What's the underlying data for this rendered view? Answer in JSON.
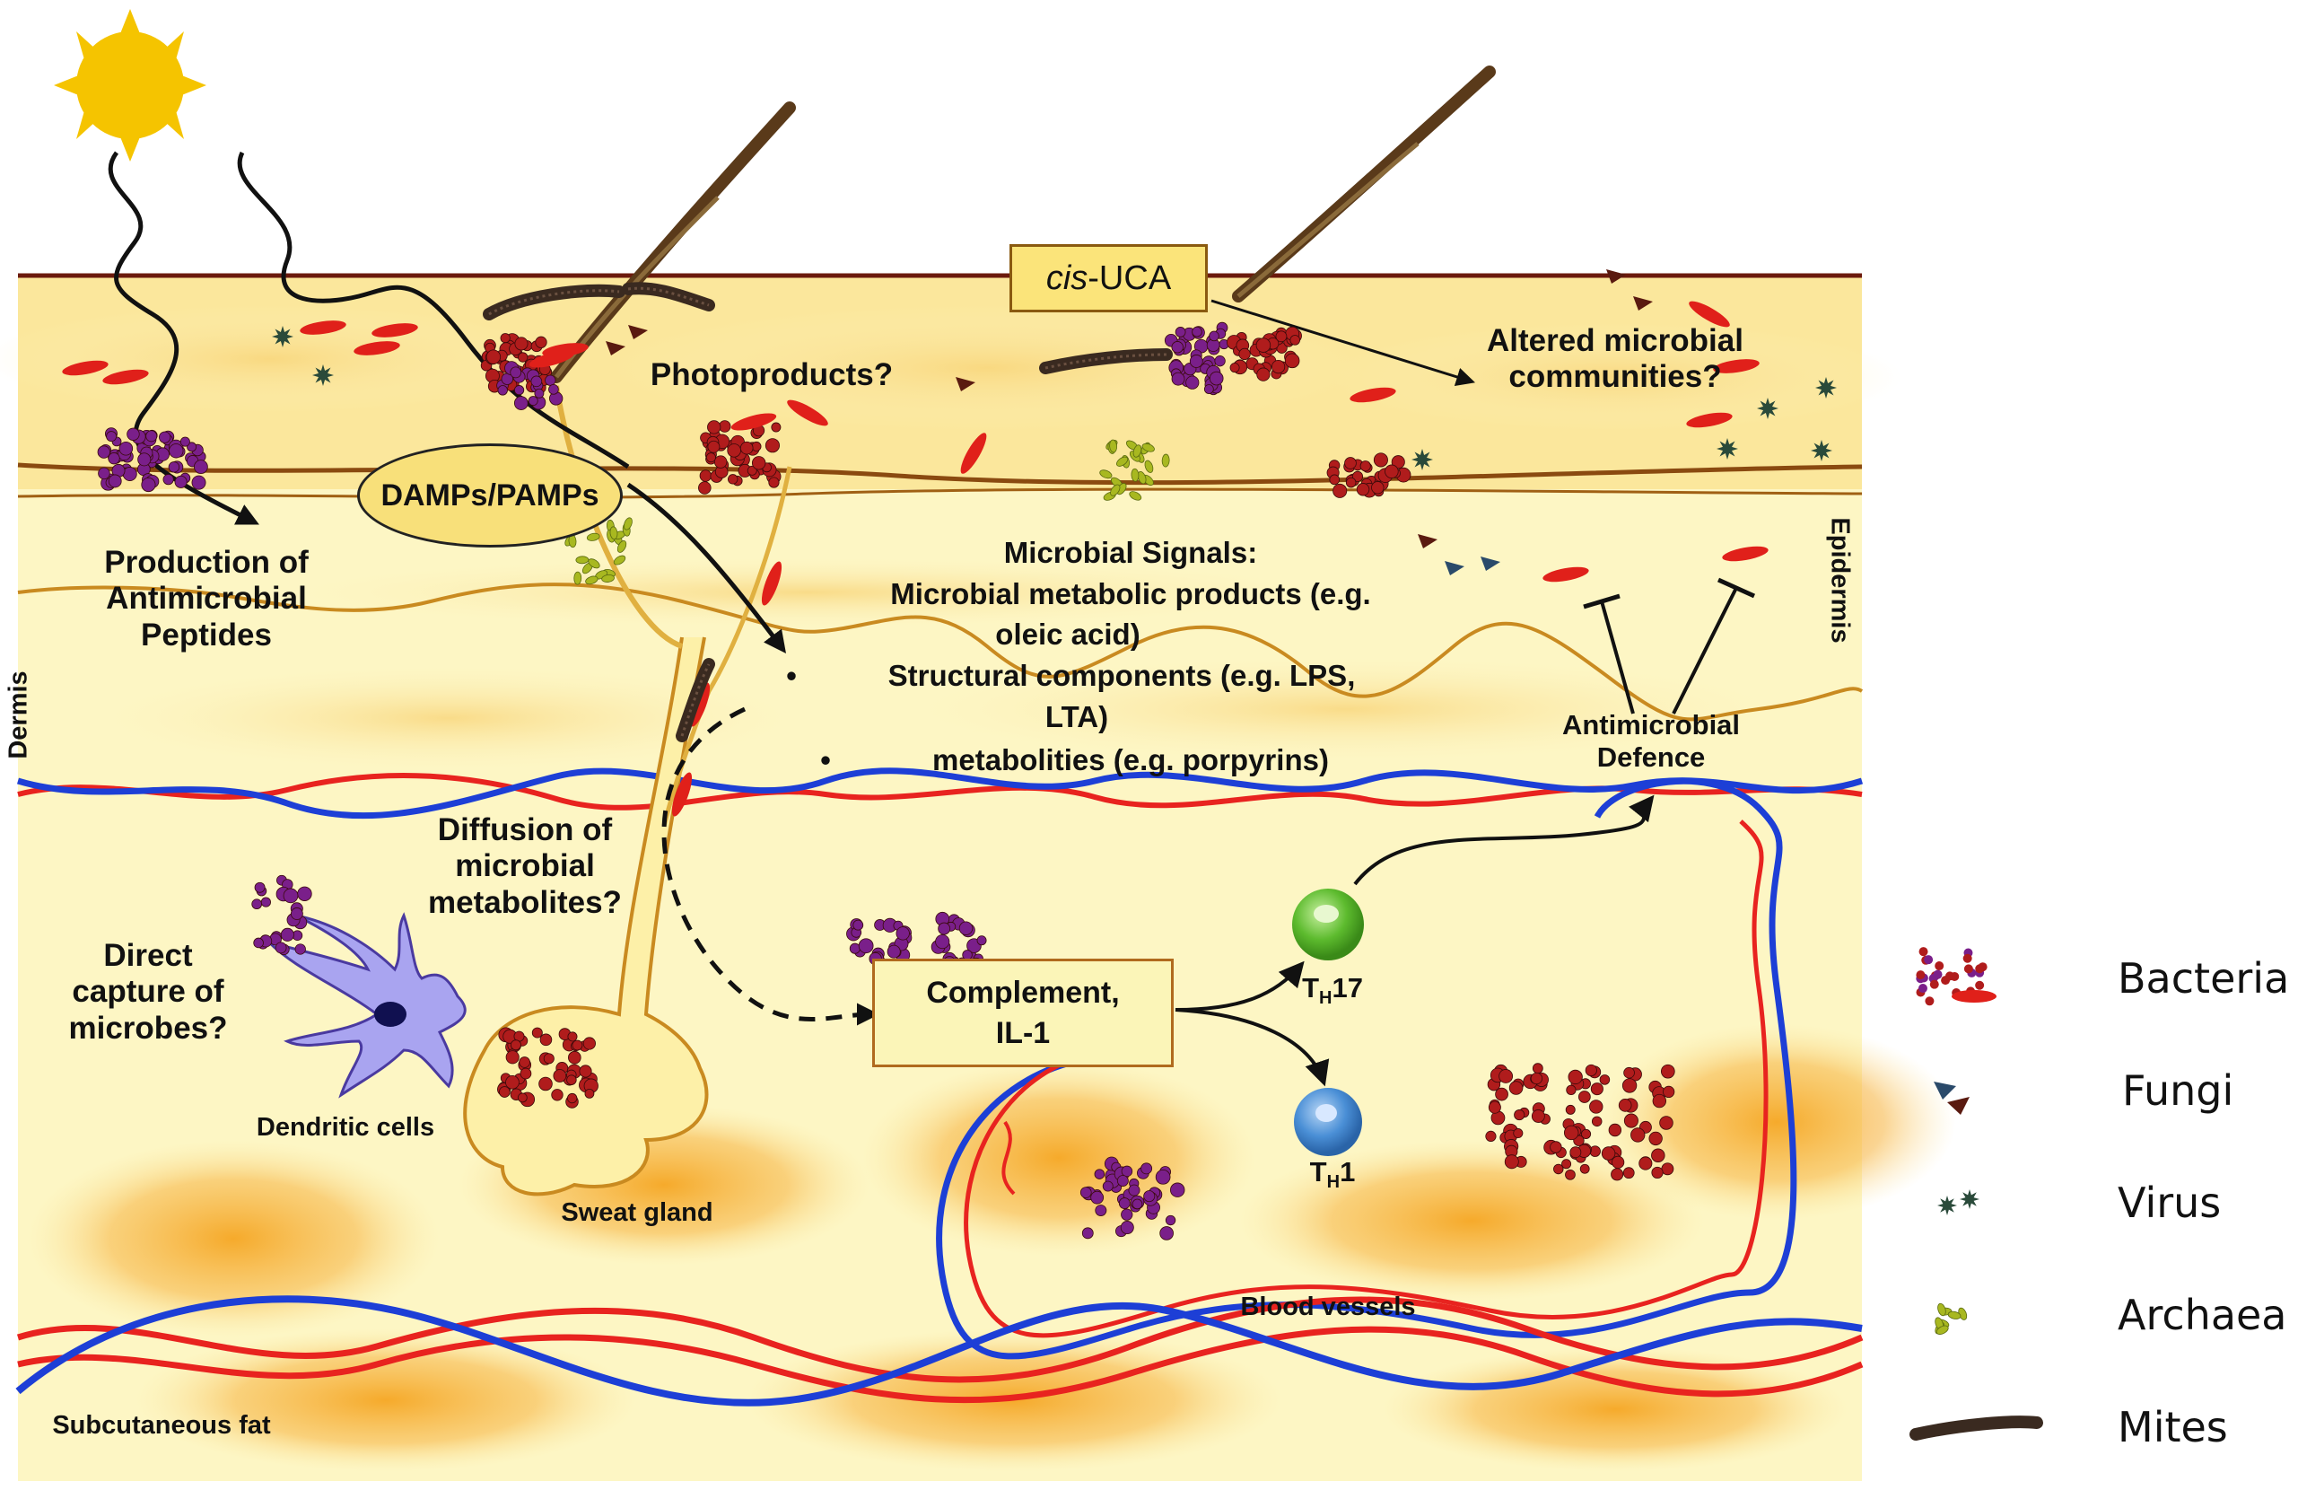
{
  "labels": {
    "production": [
      "Production of",
      "Antimicrobial",
      "Peptides"
    ],
    "photoproducts": "Photoproducts?",
    "cis_uca_italic": "cis",
    "cis_uca_rest": "-UCA",
    "altered": [
      "Altered microbial",
      "communities?"
    ],
    "damps": "DAMPs/PAMPs",
    "microbial_signals": "Microbial Signals:",
    "signal_1": "Microbial metabolic products (e.g.",
    "signal_1b": "oleic acid)",
    "signal_2": "Structural components (e.g. LPS,",
    "signal_2b": "LTA)",
    "signal_3": "metabolities (e.g. porpyrins)",
    "bullet": "•",
    "diffusion": [
      "Diffusion of",
      "microbial",
      "metabolites?"
    ],
    "direct_capture": [
      "Direct",
      "capture of",
      "microbes?"
    ],
    "dendritic": "Dendritic cells",
    "sweat_gland": "Sweat gland",
    "complement": [
      "Complement,",
      "IL-1"
    ],
    "th17_main": "T",
    "th17_sub": "H",
    "th17_tail": "17",
    "th1_main": "T",
    "th1_sub": "H",
    "th1_tail": "1",
    "antimicrobial_defence": [
      "Antimicrobial",
      "Defence"
    ],
    "blood_vessels": "Blood vessels",
    "subcutaneous_fat": "Subcutaneous fat",
    "dermis": "Dermis",
    "epidermis": "Epidermis"
  },
  "legend": [
    {
      "icon": "bacteria-icon",
      "label": "Bacteria"
    },
    {
      "icon": "fungi-icon",
      "label": "Fungi"
    },
    {
      "icon": "virus-icon",
      "label": "Virus"
    },
    {
      "icon": "archaea-icon",
      "label": "Archaea"
    },
    {
      "icon": "mites-icon",
      "label": "Mites"
    }
  ],
  "colors": {
    "skin_light": "#fdf6c4",
    "skin_band": "#f9d98a",
    "fat_orange": "#f5a623",
    "artery": "#e8231f",
    "vein": "#1d3fd6",
    "bacteria_red": "#b01c1c",
    "bacteria_purple": "#7a1f8a",
    "rod_red": "#e0201a",
    "sun": "#f5c400",
    "th17_green": "#5dbb2e",
    "th1_blue": "#4a8fd6",
    "dendritic": "#a9a4f0"
  }
}
